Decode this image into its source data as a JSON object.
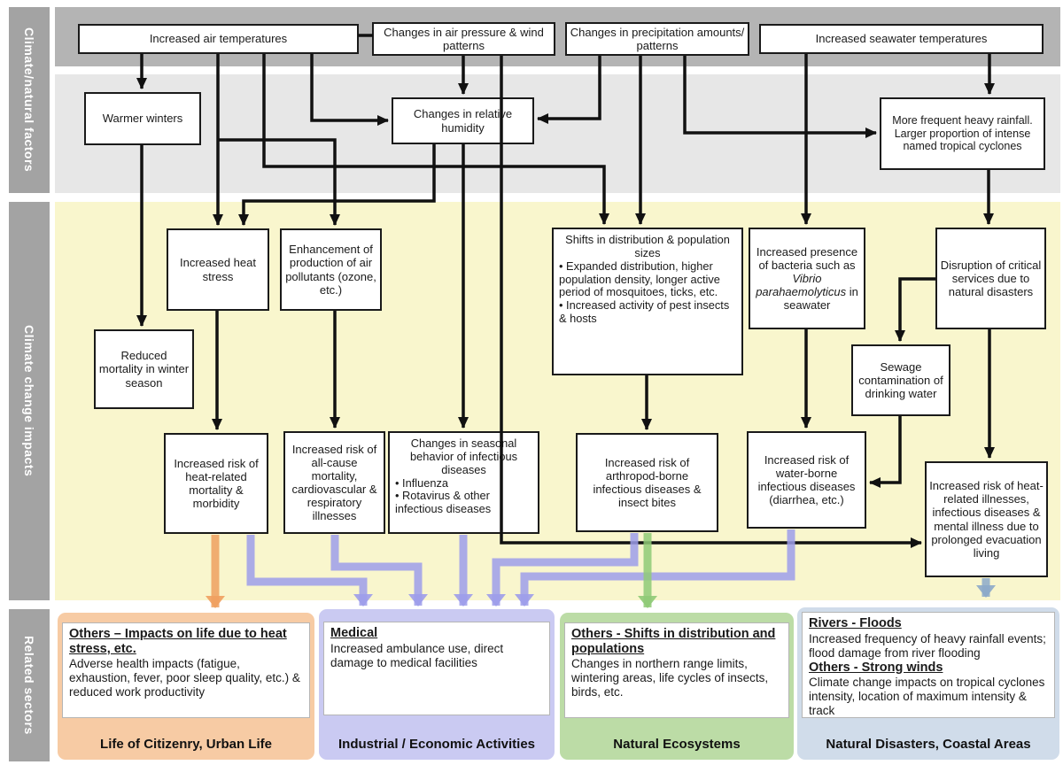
{
  "sidebar": {
    "sections": [
      {
        "label": "Climate/natural factors"
      },
      {
        "label": "Climate change impacts"
      },
      {
        "label": "Related sectors"
      }
    ]
  },
  "factors": {
    "air_temp": "Increased air temperatures",
    "air_pressure": "Changes in air pressure & wind patterns",
    "precipitation": "Changes in precipitation amounts/ patterns",
    "seawater": "Increased seawater temperatures",
    "warmer_winters": "Warmer winters",
    "humidity": "Changes in relative humidity",
    "heavy_rainfall": "More frequent heavy rainfall. Larger proportion of intense named tropical cyclones"
  },
  "impacts": {
    "heat_stress": "Increased heat stress",
    "air_pollutants": "Enhancement of production of air pollutants (ozone, etc.)",
    "reduced_mortality": "Reduced mortality in winter season",
    "shifts": {
      "title": "Shifts in distribution & population sizes",
      "bullets": "• Expanded distribution, higher population density, longer active period of mosquitoes, ticks, etc.\n• Increased activity of pest insects & hosts"
    },
    "bacteria": {
      "before": "Increased presence of bacteria such as ",
      "italic": "Vibrio parahaemolyticus",
      "after": " in seawater"
    },
    "disruption": "Disruption of critical services due to natural disasters",
    "sewage": "Sewage contamination of drinking water",
    "heat_mortality": "Increased risk of heat-related mortality & morbidity",
    "all_cause": "Increased risk of all-cause mortality, cardiovascular & respiratory illnesses",
    "seasonal": {
      "title": "Changes in seasonal behavior of infectious diseases",
      "bullets": "• Influenza\n• Rotavirus & other infectious diseases"
    },
    "arthropod": "Increased risk of arthropod-borne infectious diseases & insect bites",
    "waterborne": "Increased risk of water-borne infectious diseases (diarrhea, etc.)",
    "evacuation": "Increased risk of heat-related illnesses, infectious diseases & mental illness due to prolonged evacuation living"
  },
  "sectors": {
    "citizenry": {
      "heading": "Others – Impacts on life due to heat stress, etc.",
      "body": "Adverse health impacts (fatigue, exhaustion, fever, poor sleep quality, etc.) & reduced work productivity",
      "footer": "Life of Citizenry, Urban Life"
    },
    "industrial": {
      "heading": "Medical",
      "body": "Increased ambulance use, direct damage to medical facilities",
      "footer": "Industrial / Economic Activities"
    },
    "ecosystems": {
      "heading": "Others - Shifts in distribution and populations",
      "body": "Changes in northern range limits, wintering areas, life cycles of insects, birds, etc.",
      "footer": "Natural Ecosystems"
    },
    "disasters": {
      "heading1": "Rivers - Floods",
      "body1": "Increased frequency of heavy rainfall events; flood damage from river flooding",
      "heading2": "Others - Strong winds",
      "body2": "Climate change impacts on tropical cyclones intensity, location of maximum intensity & track",
      "footer": "Natural Disasters, Coastal Areas"
    }
  },
  "colors": {
    "band_top": "#b4b4b4",
    "band_factors": "#e7e7e7",
    "band_impacts": "#f9f6cd",
    "sidebar_bar": "#a3a3a3",
    "card_citizenry": "#f7cba4",
    "card_industrial": "#cacaf2",
    "card_ecosystems": "#bcdca6",
    "card_disasters": "#d0dcea",
    "arrow_black": "#111111",
    "arrow_orange": "#efa05f",
    "arrow_lavender": "#9d9dea",
    "arrow_green": "#8fca77",
    "arrow_steel": "#8ca9c9"
  }
}
